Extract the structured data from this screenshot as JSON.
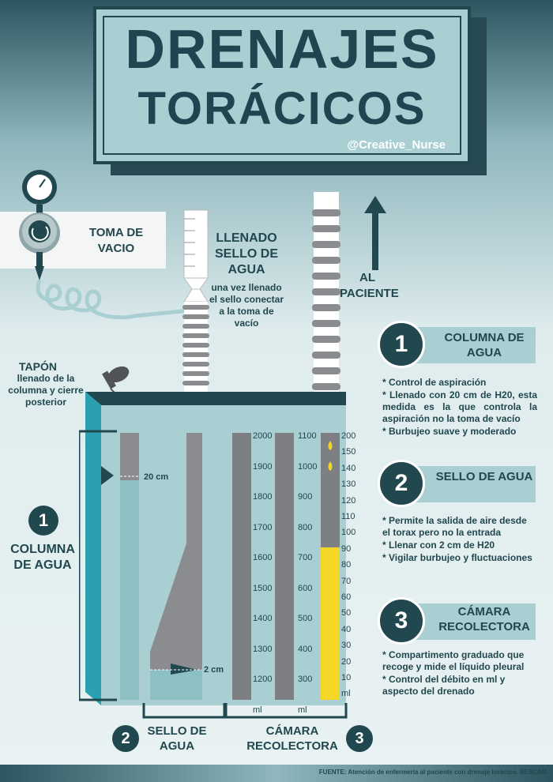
{
  "title": {
    "line1": "DRENAJES",
    "line2": "TORÁCICOS",
    "handle": "@Creative_Nurse"
  },
  "vacuum": {
    "label": "TOMA DE VACIO"
  },
  "llenado": {
    "title": "LLENADO SELLO DE AGUA",
    "desc": "una vez llenado el sello conectar a la toma de vacío"
  },
  "al_paciente": "AL PACIENTE",
  "tapon": {
    "title": "TAPÓN",
    "desc": "llenado de la columna y cierre posterior"
  },
  "left": {
    "number": "1",
    "label": "COLUMNA DE AGUA"
  },
  "markers": {
    "col20": "20 cm",
    "sello2": "2 cm"
  },
  "scale_a": [
    "2000",
    "1900",
    "1800",
    "1700",
    "1600",
    "1500",
    "1400",
    "1300",
    "1200",
    "ml"
  ],
  "scale_b": [
    "1100",
    "1000",
    "900",
    "800",
    "700",
    "600",
    "500",
    "400",
    "300",
    "ml"
  ],
  "scale_c": [
    "200",
    "150",
    "140",
    "130",
    "120",
    "110",
    "100",
    "90",
    "80",
    "70",
    "60",
    "50",
    "40",
    "30",
    "20",
    "10",
    "ml"
  ],
  "sections": [
    {
      "number": "1",
      "title": "COLUMNA DE AGUA",
      "items": [
        "* Control de aspiración",
        "* Llenado con 20 cm de H20, esta medida es la que controla la aspiración no la toma de vacío",
        "* Burbujeo suave y moderado"
      ]
    },
    {
      "number": "2",
      "title": "SELLO DE AGUA",
      "items": [
        "* Permite la salida de aire desde el torax pero no la entrada",
        "* Llenar con 2 cm de H20",
        "* Vigilar burbujeo y fluctuaciones"
      ]
    },
    {
      "number": "3",
      "title": "CÁMARA RECOLECTORA",
      "items": [
        "* Compartimento graduado que recoge y mide el líquido pleural",
        "* Control del débito en ml y aspecto del drenado"
      ]
    }
  ],
  "bottom": [
    {
      "number": "2",
      "label": "SELLO DE AGUA"
    },
    {
      "number": "3",
      "label": "CÁMARA RECOLECTORA"
    }
  ],
  "footer": "FUENTE: Atención de enfermería al paciente con drenaje torácico. SESCAM",
  "colors": {
    "dark": "#21474f",
    "teal": "#a9cfd3",
    "water": "#8cc0c3",
    "yellow": "#f4d626",
    "gray": "#7d7f83"
  },
  "icons": [
    "gauge-icon",
    "up-arrow-icon",
    "tap-icon"
  ]
}
